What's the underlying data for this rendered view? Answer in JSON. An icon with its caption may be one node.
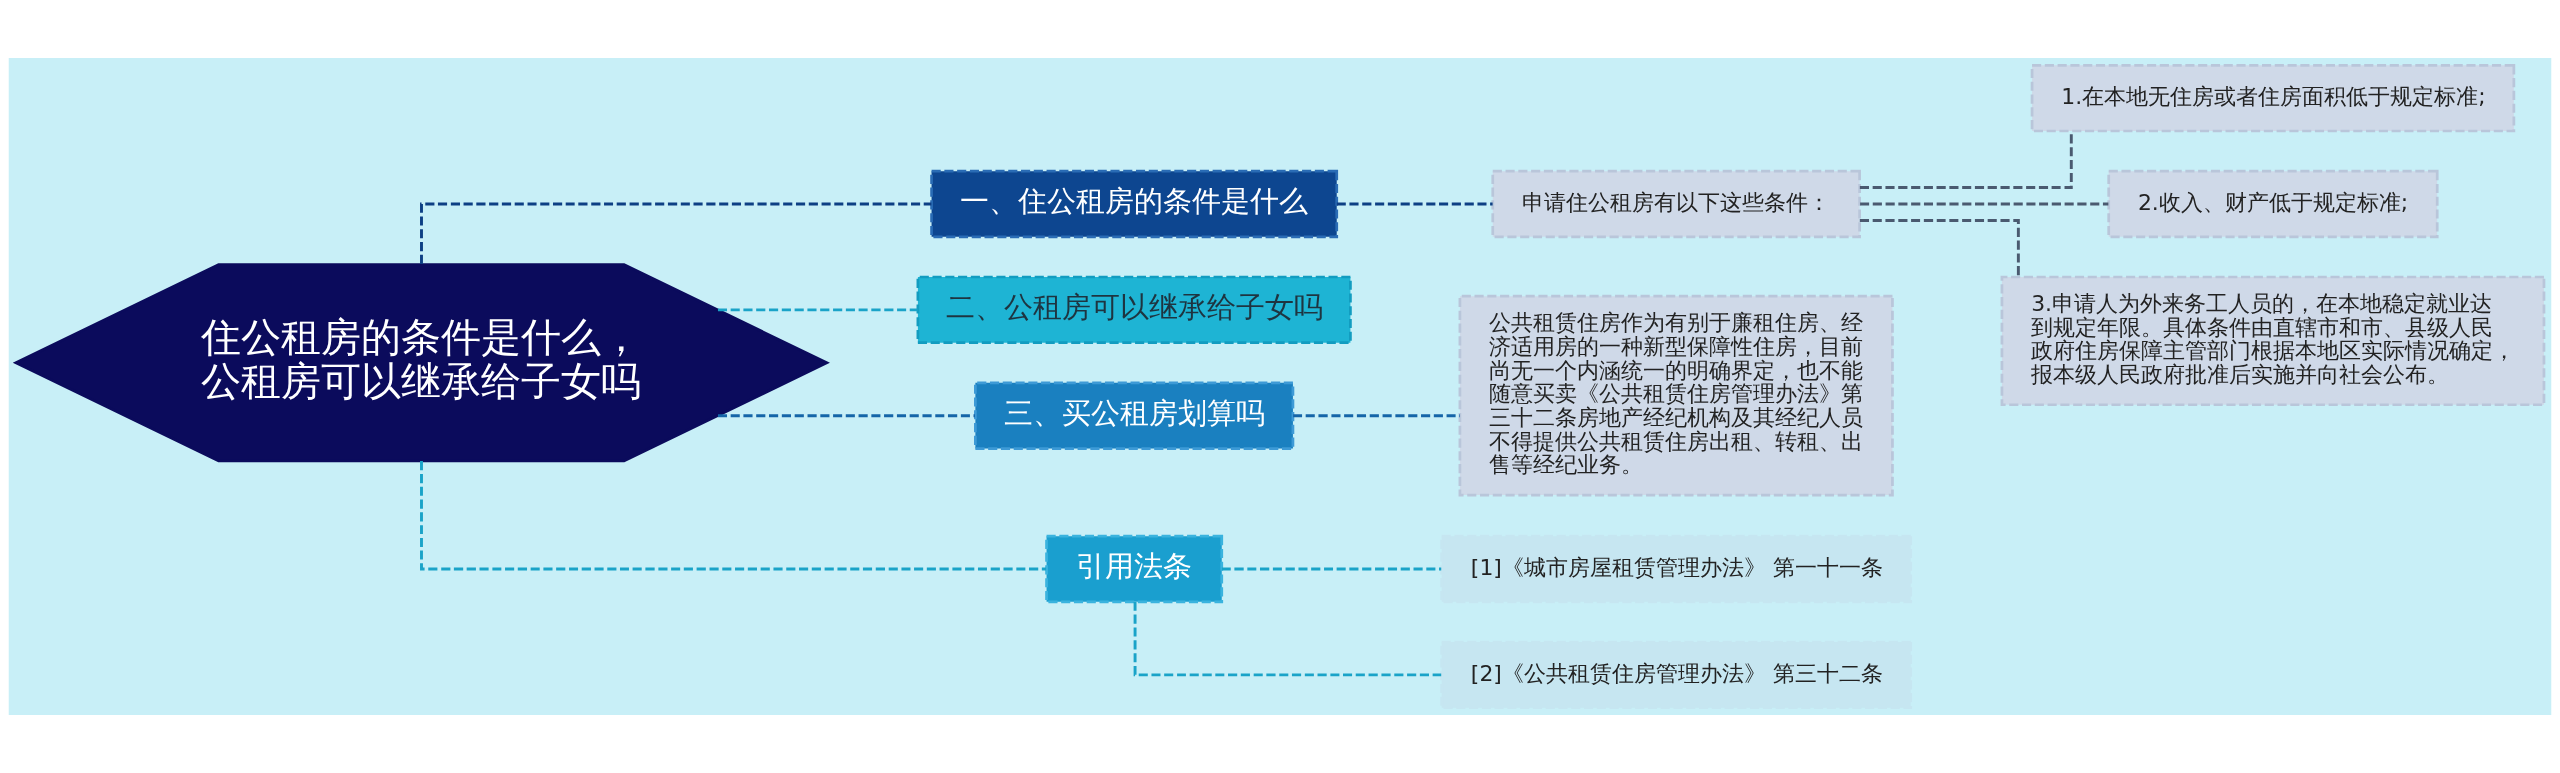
{
  "diagram": {
    "nodes": [
      {
        "text": [
          "住公租房的条件是什么，公租房可以继承给子女吗"
        ]
      },
      {
        "text": [
          "一、住公租房的条件是什么"
        ]
      },
      {
        "text": [
          "申请住公租房有以下这些条件："
        ]
      },
      {
        "text": [
          "1.在本地无住房或者住房面积低于规定标准;"
        ]
      },
      {
        "text": [
          "2.收入、财产低于规定标准;"
        ]
      },
      {
        "text": [
          "3.申请人为外来务工人员的，在本地稳定就业达到规定年限。具体条件由直辖市和市、县级人民政府住房保障主管部门根据本地区实际情况确定，报本级人民政府批准后实施并向社会公布。"
        ]
      },
      {
        "text": [
          "二、公租房可以继承给子女吗"
        ]
      },
      {
        "text": [
          "三、买公租房划算吗"
        ]
      },
      {
        "text": [
          "公共租赁住房作为有别于廉租住房、经济适用房的一种新型保障性住房，目前尚无一个内涵统一的明确界定，也不能随意买卖《公共租赁住房管理办法》第三十二条房地产经纪机构及其经纪人员不得提供公共租赁住房出租、转租、出售等经纪业务。"
        ]
      },
      {
        "text": [
          "引用法条"
        ]
      },
      {
        "text": [
          "[1]《城市房屋租赁管理办法》 第一十一条"
        ]
      },
      {
        "text": [
          "[2]《公共租赁住房管理办法》 第三十二条"
        ]
      }
    ],
    "edges": [
      {
        "from": 0,
        "to": 1,
        "arrow": "none",
        "style": "dashed",
        "color": "#0d3f84"
      },
      {
        "from": 1,
        "to": 2,
        "arrow": "none",
        "style": "dashed",
        "color": "#0d3f84"
      },
      {
        "from": 2,
        "to": 3,
        "arrow": "none",
        "style": "dashed",
        "color": "#4a5a70"
      },
      {
        "from": 2,
        "to": 4,
        "arrow": "none",
        "style": "dashed",
        "color": "#4a5a70"
      },
      {
        "from": 2,
        "to": 5,
        "arrow": "none",
        "style": "dashed",
        "color": "#4a5a70"
      },
      {
        "from": 0,
        "to": 6,
        "arrow": "none",
        "style": "dashed",
        "color": "#1aa3c8"
      },
      {
        "from": 0,
        "to": 7,
        "arrow": "none",
        "style": "dashed",
        "color": "#1565a8"
      },
      {
        "from": 7,
        "to": 8,
        "arrow": "none",
        "style": "dashed",
        "color": "#1565a8"
      },
      {
        "from": 0,
        "to": 9,
        "arrow": "none",
        "style": "dashed",
        "color": "#1aa3c8"
      },
      {
        "from": 9,
        "to": 10,
        "arrow": "none",
        "style": "dashed",
        "color": "#1aa3c8"
      },
      {
        "from": 9,
        "to": 11,
        "arrow": "none",
        "style": "dashed",
        "color": "#1aa3c8"
      }
    ]
  }
}
